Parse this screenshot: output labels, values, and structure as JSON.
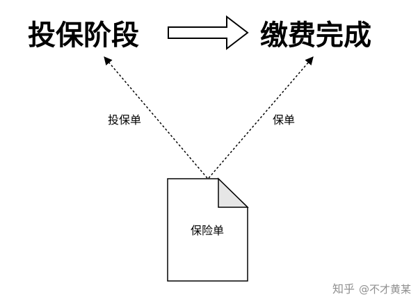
{
  "diagram": {
    "stage_start": "投保阶段",
    "stage_end": "缴费完成",
    "edge_left_label": "投保单",
    "edge_right_label": "保单",
    "document_label": "保险单"
  },
  "watermark": {
    "brand": "知乎",
    "handle": "@不才黄某"
  }
}
